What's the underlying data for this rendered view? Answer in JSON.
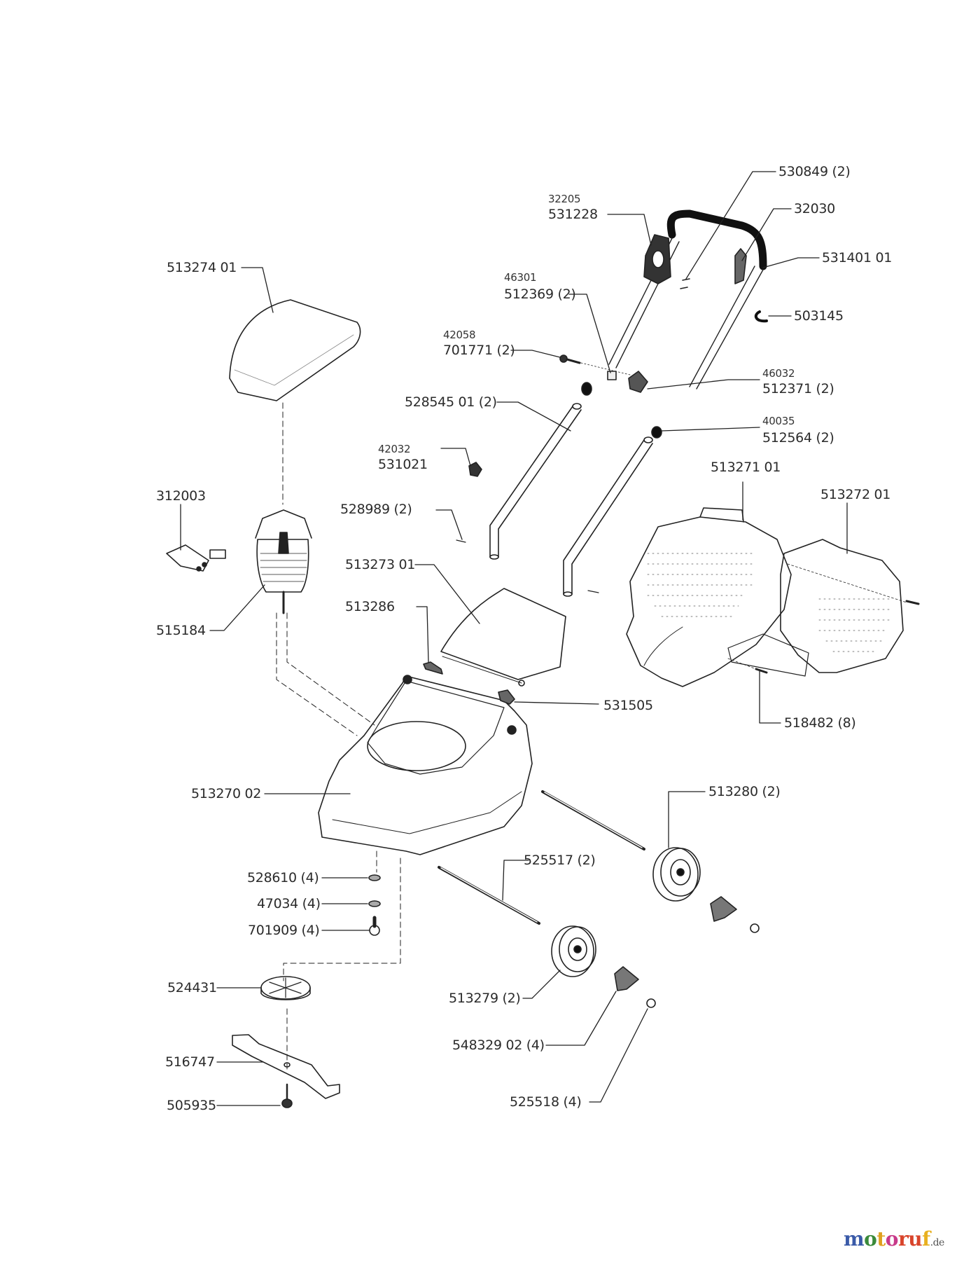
{
  "diagram": {
    "title": "Lawn mower exploded parts diagram",
    "parts": [
      {
        "id": "p1",
        "part": "530849 (2)",
        "ref": ""
      },
      {
        "id": "p2",
        "part": "531228",
        "ref": "32205"
      },
      {
        "id": "p3",
        "part": "32030",
        "ref": ""
      },
      {
        "id": "p4",
        "part": "531401 01",
        "ref": ""
      },
      {
        "id": "p5",
        "part": "513274 01",
        "ref": ""
      },
      {
        "id": "p6",
        "part": "512369 (2)",
        "ref": "46301"
      },
      {
        "id": "p7",
        "part": "503145",
        "ref": ""
      },
      {
        "id": "p8",
        "part": "701771 (2)",
        "ref": "42058"
      },
      {
        "id": "p9",
        "part": "512371 (2)",
        "ref": "46032"
      },
      {
        "id": "p10",
        "part": "528545 01 (2)",
        "ref": ""
      },
      {
        "id": "p11",
        "part": "512564 (2)",
        "ref": "40035"
      },
      {
        "id": "p12",
        "part": "531021",
        "ref": "42032"
      },
      {
        "id": "p13",
        "part": "513271 01",
        "ref": ""
      },
      {
        "id": "p14",
        "part": "513272 01",
        "ref": ""
      },
      {
        "id": "p15",
        "part": "312003",
        "ref": ""
      },
      {
        "id": "p16",
        "part": "528989 (2)",
        "ref": ""
      },
      {
        "id": "p17",
        "part": "513273 01",
        "ref": ""
      },
      {
        "id": "p18",
        "part": "513286",
        "ref": ""
      },
      {
        "id": "p19",
        "part": "515184",
        "ref": ""
      },
      {
        "id": "p20",
        "part": "531505",
        "ref": ""
      },
      {
        "id": "p21",
        "part": "518482 (8)",
        "ref": ""
      },
      {
        "id": "p22",
        "part": "513270 02",
        "ref": ""
      },
      {
        "id": "p23",
        "part": "513280 (2)",
        "ref": ""
      },
      {
        "id": "p24",
        "part": "525517 (2)",
        "ref": ""
      },
      {
        "id": "p25",
        "part": "528610 (4)",
        "ref": ""
      },
      {
        "id": "p26",
        "part": "47034 (4)",
        "ref": ""
      },
      {
        "id": "p27",
        "part": "701909 (4)",
        "ref": ""
      },
      {
        "id": "p28",
        "part": "524431",
        "ref": ""
      },
      {
        "id": "p29",
        "part": "513279 (2)",
        "ref": ""
      },
      {
        "id": "p30",
        "part": "548329 02 (4)",
        "ref": ""
      },
      {
        "id": "p31",
        "part": "516747",
        "ref": ""
      },
      {
        "id": "p32",
        "part": "525518 (4)",
        "ref": ""
      },
      {
        "id": "p33",
        "part": "505935",
        "ref": ""
      }
    ]
  },
  "watermark": {
    "brand_parts": [
      "m",
      "o",
      "t",
      "o",
      "r",
      "u",
      "f"
    ],
    "suffix": ".de"
  }
}
